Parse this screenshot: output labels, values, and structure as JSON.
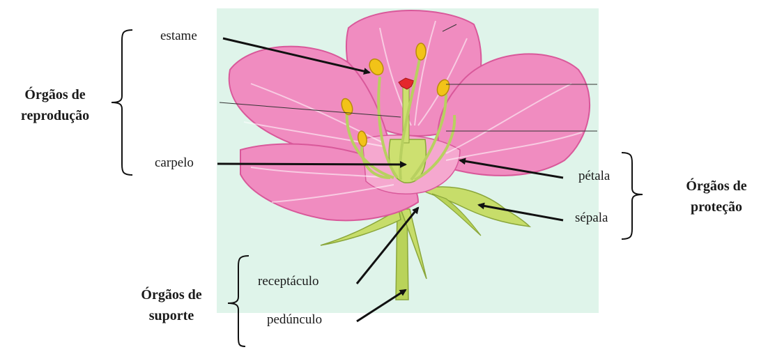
{
  "labels": {
    "estame": "estame",
    "carpelo": "carpelo",
    "petala": "pétala",
    "sepala": "sépala",
    "receptaculo": "receptáculo",
    "pedunculo": "pedúnculo"
  },
  "groups": {
    "reproducao": {
      "line1": "Órgãos de",
      "line2": "reprodução"
    },
    "protecao": {
      "line1": "Órgãos de",
      "line2": "proteção"
    },
    "suporte": {
      "line1": "Órgãos de",
      "line2": "suporte"
    }
  },
  "colors": {
    "background_panel": "#dff4ea",
    "petal": "#f08cc0",
    "petal_dark": "#d9589a",
    "stem": "#c7dd6a",
    "anther": "#f2c318",
    "stigma": "#e4282c",
    "arrow": "#111111"
  }
}
